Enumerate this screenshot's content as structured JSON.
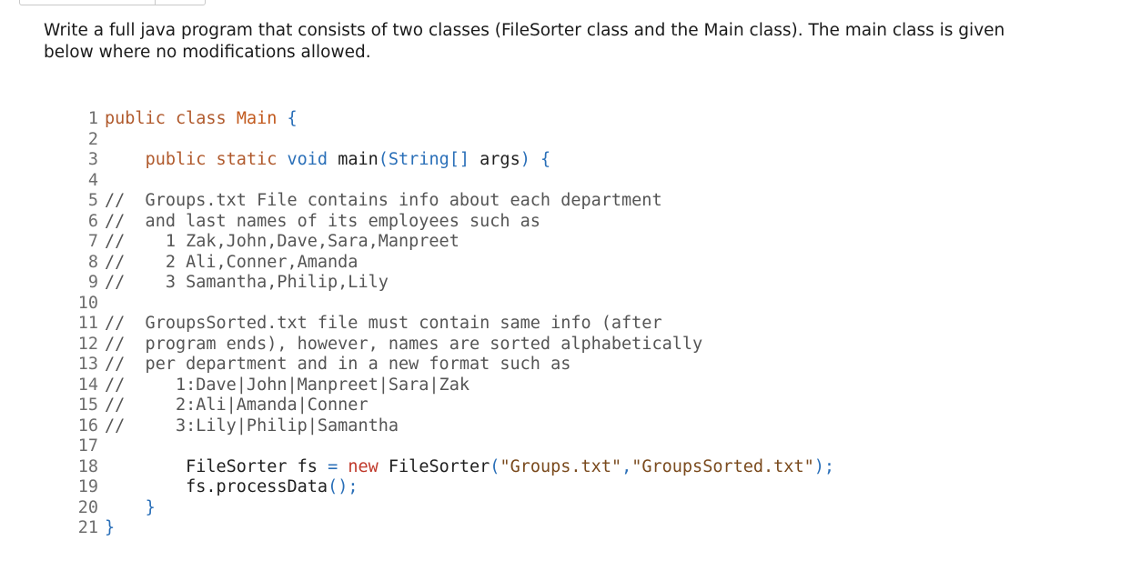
{
  "instructions": {
    "line1": "Write a full java program that consists of two classes (FileSorter class and the Main class). The main class is given",
    "line2": "below where no modifications allowed."
  },
  "code": {
    "line_numbers": [
      "1",
      "2",
      "3",
      "4",
      "5",
      "6",
      "7",
      "8",
      "9",
      "10",
      "11",
      "12",
      "13",
      "14",
      "15",
      "16",
      "17",
      "18",
      "19",
      "20",
      "21"
    ],
    "l1": {
      "public": "public",
      "class": "class",
      "name": "Main",
      "brace": "{"
    },
    "l3": {
      "indent": "    ",
      "mods": "public static",
      "void": "void",
      "method": "main",
      "lparen": "(",
      "argtype": "String[]",
      "argname": " args",
      "rparen": ")",
      "brace": "{"
    },
    "comments": {
      "l5": "//  Groups.txt File contains info about each department",
      "l6": "//  and last names of its employees such as",
      "l7": "//    1 Zak,John,Dave,Sara,Manpreet",
      "l8": "//    2 Ali,Conner,Amanda",
      "l9": "//    3 Samantha,Philip,Lily",
      "l11": "//  GroupsSorted.txt file must contain same info (after",
      "l12": "//  program ends), however, names are sorted alphabetically",
      "l13": "//  per department and in a new format such as",
      "l14": "//     1:Dave|John|Manpreet|Sara|Zak",
      "l15": "//     2:Ali|Amanda|Conner",
      "l16": "//     3:Lily|Philip|Samantha"
    },
    "l18": {
      "indent": "        ",
      "type": "FileSorter",
      "var": " fs ",
      "eq": "=",
      "new": " new ",
      "ctor": "FileSorter",
      "lparen": "(",
      "arg1": "\"Groups.txt\"",
      "comma": ",",
      "arg2": "\"GroupsSorted.txt\"",
      "rparen": ")",
      "semi": ";"
    },
    "l19": {
      "indent": "        ",
      "obj": "fs.",
      "method": "processData",
      "parens": "()",
      "semi": ";"
    },
    "l20": {
      "indent": "    ",
      "brace": "}"
    },
    "l21": {
      "brace": "}"
    }
  }
}
